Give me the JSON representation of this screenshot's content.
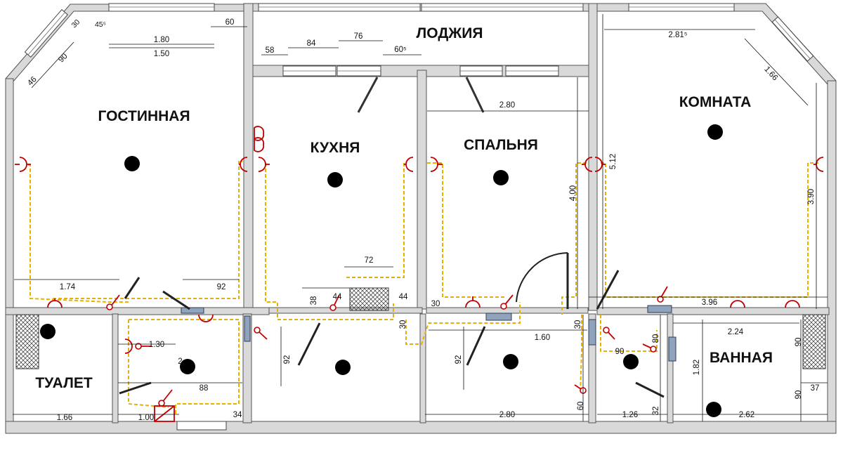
{
  "rooms": {
    "gostinnaya": "ГОСТИННАЯ",
    "kukhnya": "КУХНЯ",
    "spalnya": "СПАЛЬНЯ",
    "komnata": "КОМНАТА",
    "lodzhiya": "ЛОДЖИЯ",
    "tualet": "ТУАЛЕТ",
    "vannaya": "ВАННАЯ"
  },
  "dimensions": {
    "d_180": "1.80",
    "d_150": "1.50",
    "d_60": "60",
    "d_30a": "30",
    "d_45": "45⁵",
    "d_90": "90",
    "d_46": "46",
    "d_58": "58",
    "d_84": "84",
    "d_76": "76",
    "d_60b": "60⁵",
    "d_281": "2.81⁵",
    "d_166": "1.66",
    "d_280a": "2.80",
    "d_400": "4.00",
    "d_512": "5.12",
    "d_390": "3.90",
    "d_174": "1.74",
    "d_92a": "92",
    "d_72": "72",
    "d_38": "38",
    "d_44a": "44",
    "d_44b": "44",
    "d_30b": "30",
    "d_396": "3.96",
    "d_130": "1.30",
    "d_2x": "2.",
    "d_88": "88",
    "d_92b": "92",
    "d_30c": "30",
    "d_160": "1.60",
    "d_92c": "92",
    "d_30d": "30",
    "d_80": "80",
    "d_90b": "90",
    "d_224": "2.24",
    "d_182": "1.82",
    "d_90c": "90",
    "d_90d": "90",
    "d_37": "37",
    "d_166b": "1.66",
    "d_100": "1.00",
    "d_34": "34",
    "d_280b": "2.80",
    "d_60c": "60",
    "d_126": "1.26",
    "d_32": "32",
    "d_262": "2.62"
  },
  "colors": {
    "wall": "#d9d9d9",
    "electrical": "#c00000",
    "wiring": "#e8b100",
    "radiator": "#8fa3bd"
  },
  "icons": {
    "lamp": "ceiling-light-icon",
    "socket": "socket-icon",
    "switch": "switch-icon",
    "radiator": "radiator-icon",
    "vent": "ventilation-shaft-icon"
  }
}
